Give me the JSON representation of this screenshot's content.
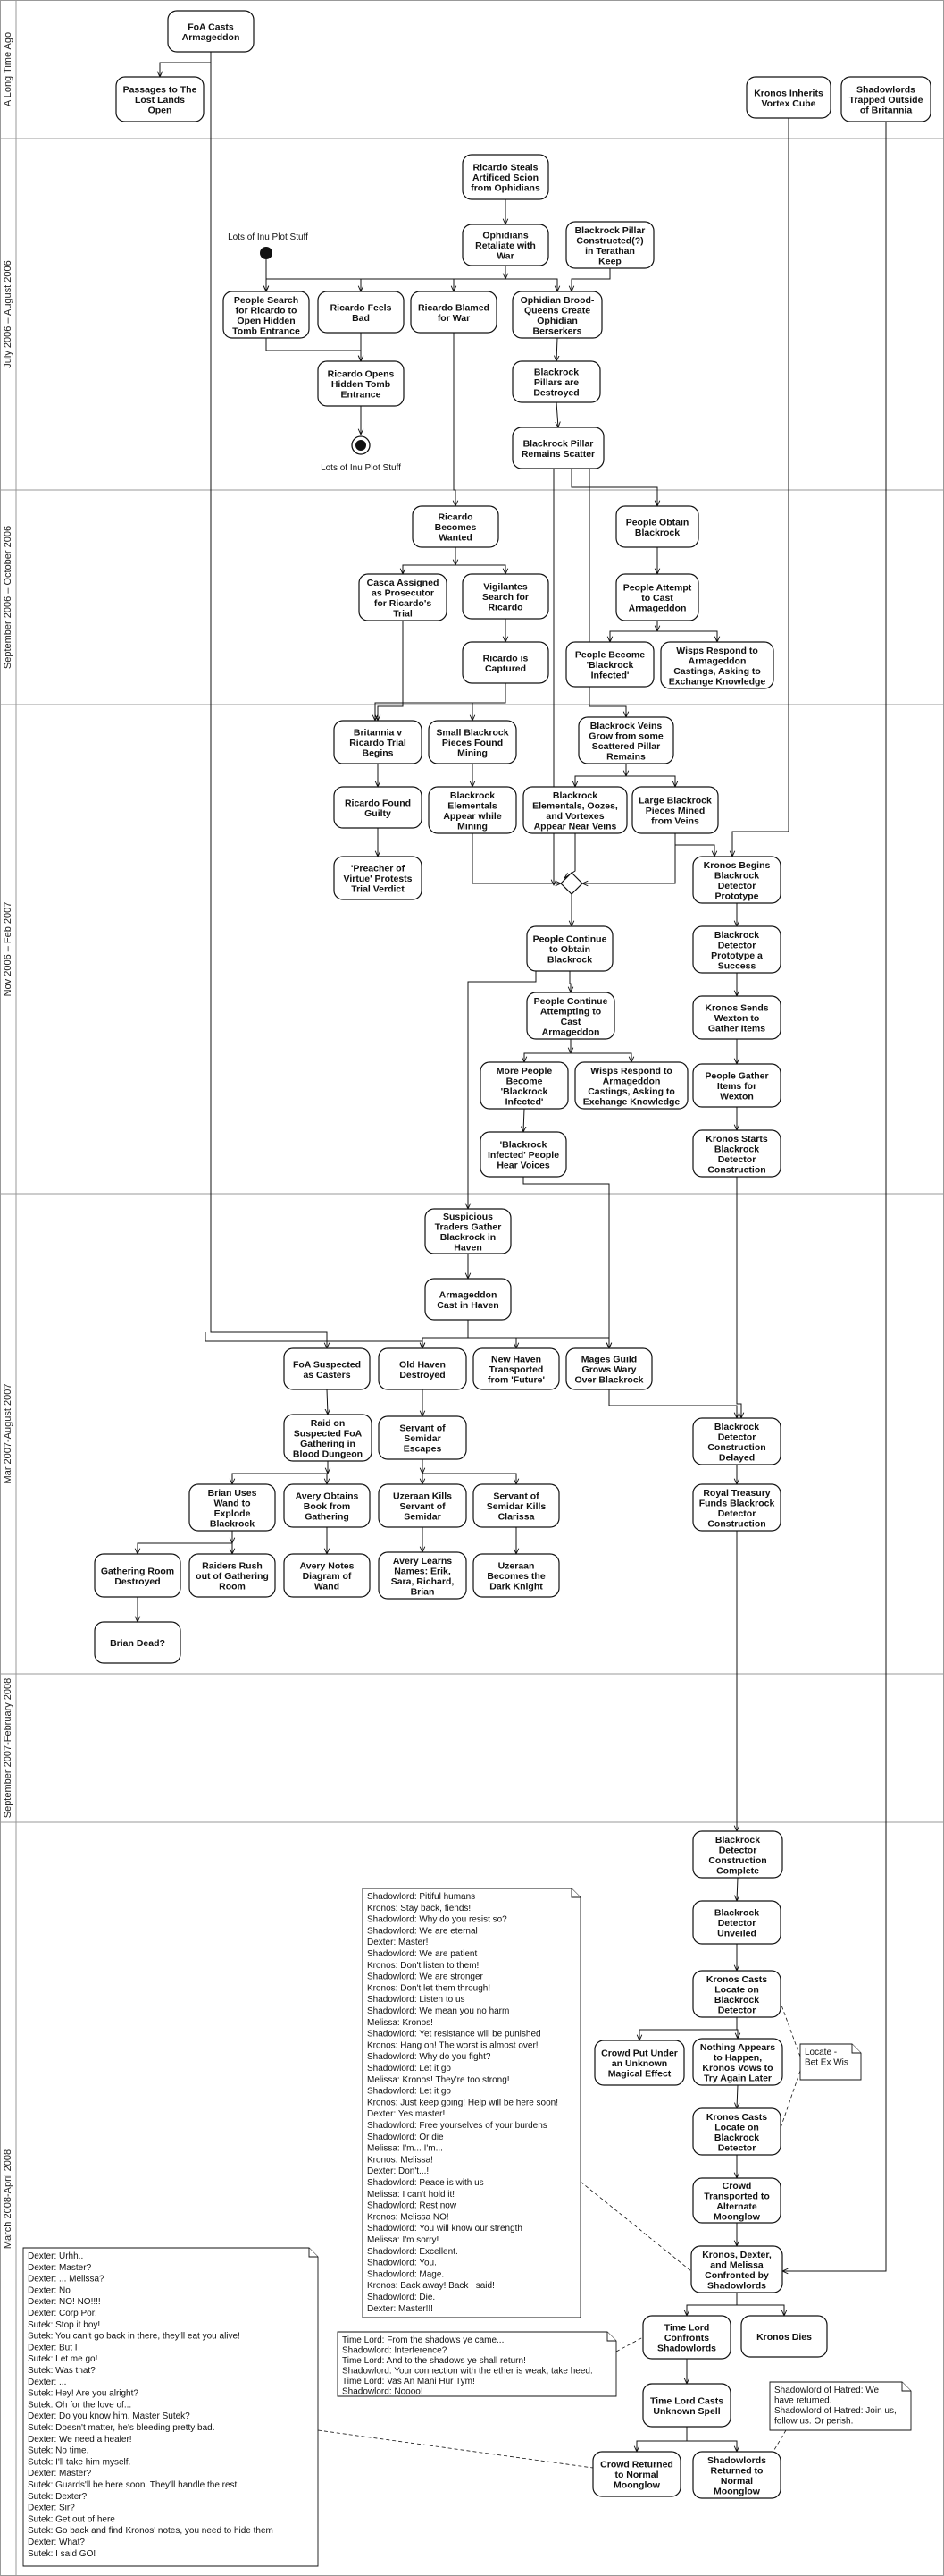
{
  "lanes": [
    {
      "id": "ago",
      "label": "A Long Time Ago"
    },
    {
      "id": "jul06",
      "label": "July 2006 – August 2006"
    },
    {
      "id": "sep06",
      "label": "September 2006 – October 2006"
    },
    {
      "id": "nov06",
      "label": "Nov 2006 – Feb 2007"
    },
    {
      "id": "mar07",
      "label": "Mar 2007-August 2007"
    },
    {
      "id": "sep07",
      "label": "September 2007-February 2008"
    },
    {
      "id": "mar08",
      "label": "March 2008-April 2008"
    }
  ],
  "nodes": [
    {
      "id": "n1",
      "label": "FoA Casts\nArmageddon"
    },
    {
      "id": "n2",
      "label": "Passages to The\nLost Lands\nOpen"
    },
    {
      "id": "n3",
      "label": "Kronos Inherits\nVortex Cube"
    },
    {
      "id": "n4",
      "label": "Shadowlords\nTrapped Outside\nof Britannia"
    },
    {
      "id": "n5",
      "label": "Ricardo Steals\nArtificed Scion\nfrom Ophidians"
    },
    {
      "id": "n6",
      "label": "Ophidians\nRetaliate with\nWar"
    },
    {
      "id": "n7",
      "label": "Blackrock Pillar\nConstructed(?)\nin Terathan\nKeep"
    },
    {
      "id": "n8",
      "label": "People Search\nfor Ricardo to\nOpen Hidden\nTomb Entrance"
    },
    {
      "id": "n9",
      "label": "Ricardo Feels\nBad"
    },
    {
      "id": "n10",
      "label": "Ricardo Blamed\nfor War"
    },
    {
      "id": "n11",
      "label": "Ophidian Brood-\nQueens Create\nOphidian\nBerserkers"
    },
    {
      "id": "n12",
      "label": "Ricardo Opens\nHidden Tomb\nEntrance"
    },
    {
      "id": "n13",
      "label": "Blackrock\nPillars are\nDestroyed"
    },
    {
      "id": "n14",
      "label": "Blackrock Pillar\nRemains Scatter"
    },
    {
      "id": "n15",
      "label": "Ricardo\nBecomes\nWanted"
    },
    {
      "id": "n16",
      "label": "People Obtain\nBlackrock"
    },
    {
      "id": "n17",
      "label": "Casca Assigned\nas Prosecutor\nfor Ricardo's\nTrial"
    },
    {
      "id": "n18",
      "label": "Vigilantes\nSearch for\nRicardo"
    },
    {
      "id": "n19",
      "label": "People Attempt\nto Cast\nArmageddon"
    },
    {
      "id": "n20",
      "label": "Ricardo is\nCaptured"
    },
    {
      "id": "n21",
      "label": "People Become\n'Blackrock\nInfected'"
    },
    {
      "id": "n22",
      "label": "Wisps Respond to\nArmageddon\nCastings, Asking to\nExchange Knowledge"
    },
    {
      "id": "n23",
      "label": "Britannia v\nRicardo Trial\nBegins"
    },
    {
      "id": "n24",
      "label": "Small Blackrock\nPieces Found\nMining"
    },
    {
      "id": "n25",
      "label": "Blackrock Veins\nGrow from some\nScattered Pillar\nRemains"
    },
    {
      "id": "n26",
      "label": "Ricardo Found\nGuilty"
    },
    {
      "id": "n27",
      "label": "Blackrock\nElementals\nAppear while\nMining"
    },
    {
      "id": "n28",
      "label": "Blackrock\nElementals, Oozes,\nand Vortexes\nAppear Near Veins"
    },
    {
      "id": "n29",
      "label": "Large Blackrock\nPieces Mined\nfrom Veins"
    },
    {
      "id": "n30",
      "label": "'Preacher of\nVirtue' Protests\nTrial Verdict"
    },
    {
      "id": "n31",
      "label": "Kronos Begins\nBlackrock\nDetector\nPrototype"
    },
    {
      "id": "n32",
      "label": "People Continue\nto Obtain\nBlackrock"
    },
    {
      "id": "n33",
      "label": "Blackrock\nDetector\nPrototype a\nSuccess"
    },
    {
      "id": "n34",
      "label": "People Continue\nAttempting to\nCast\nArmageddon"
    },
    {
      "id": "n35",
      "label": "Kronos Sends\nWexton to\nGather Items"
    },
    {
      "id": "n36",
      "label": "More People\nBecome\n'Blackrock\nInfected'"
    },
    {
      "id": "n37",
      "label": "Wisps Respond to\nArmageddon\nCastings, Asking to\nExchange Knowledge"
    },
    {
      "id": "n38",
      "label": "People Gather\nItems for\nWexton"
    },
    {
      "id": "n39",
      "label": "'Blackrock\nInfected' People\nHear Voices"
    },
    {
      "id": "n40",
      "label": "Kronos Starts\nBlackrock\nDetector\nConstruction"
    },
    {
      "id": "n41",
      "label": "Suspicious\nTraders Gather\nBlackrock in\nHaven"
    },
    {
      "id": "n42",
      "label": "Armageddon\nCast in Haven"
    },
    {
      "id": "n43",
      "label": "FoA Suspected\nas Casters"
    },
    {
      "id": "n44",
      "label": "Old Haven\nDestroyed"
    },
    {
      "id": "n45",
      "label": "New Haven\nTransported\nfrom 'Future'"
    },
    {
      "id": "n46",
      "label": "Mages Guild\nGrows Wary\nOver Blackrock"
    },
    {
      "id": "n47",
      "label": "Raid on\nSuspected FoA\nGathering in\nBlood Dungeon"
    },
    {
      "id": "n48",
      "label": "Servant of\nSemidar\nEscapes"
    },
    {
      "id": "n49",
      "label": "Blackrock\nDetector\nConstruction\nDelayed"
    },
    {
      "id": "n50",
      "label": "Brian Uses\nWand to\nExplode\nBlackrock"
    },
    {
      "id": "n51",
      "label": "Avery Obtains\nBook from\nGathering"
    },
    {
      "id": "n52",
      "label": "Uzeraan Kills\nServant of\nSemidar"
    },
    {
      "id": "n53",
      "label": "Servant of\nSemidar Kills\nClarissa"
    },
    {
      "id": "n54",
      "label": "Royal Treasury\nFunds Blackrock\nDetector\nConstruction"
    },
    {
      "id": "n55",
      "label": "Gathering Room\nDestroyed"
    },
    {
      "id": "n56",
      "label": "Raiders Rush\nout of Gathering\nRoom"
    },
    {
      "id": "n57",
      "label": "Avery Notes\nDiagram of\nWand"
    },
    {
      "id": "n58",
      "label": "Avery Learns\nNames: Erik,\nSara, Richard,\nBrian"
    },
    {
      "id": "n59",
      "label": "Uzeraan\nBecomes the\nDark Knight"
    },
    {
      "id": "n60",
      "label": "Brian Dead?"
    },
    {
      "id": "n61",
      "label": "Blackrock\nDetector\nConstruction\nComplete"
    },
    {
      "id": "n62",
      "label": "Blackrock\nDetector\nUnveiled"
    },
    {
      "id": "n63",
      "label": "Kronos Casts\nLocate on\nBlackrock\nDetector"
    },
    {
      "id": "n64",
      "label": "Crowd Put Under\nan Unknown\nMagical Effect"
    },
    {
      "id": "n65",
      "label": "Nothing Appears\nto Happen,\nKronos Vows to\nTry Again Later"
    },
    {
      "id": "n66",
      "label": "Kronos Casts\nLocate on\nBlackrock\nDetector"
    },
    {
      "id": "n67",
      "label": "Crowd\nTransported to\nAlternate\nMoonglow"
    },
    {
      "id": "n68",
      "label": "Kronos, Dexter,\nand Melissa\nConfronted by\nShadowlords"
    },
    {
      "id": "n69",
      "label": "Time Lord\nConfronts\nShadowlords"
    },
    {
      "id": "n70",
      "label": "Kronos Dies"
    },
    {
      "id": "n71",
      "label": "Time Lord Casts\nUnknown Spell"
    },
    {
      "id": "n72",
      "label": "Crowd Returned\nto Normal\nMoonglow"
    },
    {
      "id": "n73",
      "label": "Shadowlords\nReturned to\nNormal\nMoonglow"
    }
  ],
  "plain_labels": [
    {
      "id": "start_label",
      "text": "Lots of Inu Plot Stuff"
    },
    {
      "id": "end_label",
      "text": "Lots of Inu Plot Stuff"
    }
  ],
  "notes": [
    {
      "id": "note_locate",
      "lines": [
        "Locate -",
        "Bet Ex Wis"
      ]
    },
    {
      "id": "note_hatred",
      "lines": [
        "Shadowlord of Hatred: We",
        "have returned.",
        "Shadowlord of Hatred: Join us,",
        "follow us.  Or perish."
      ]
    },
    {
      "id": "note_timelord",
      "lines": [
        "Time Lord: From the shadows ye came...",
        "Shadowlord: Interference?",
        "Time Lord: And to the shadows ye shall return!",
        "Shadowlord: Your connection with the ether is weak, take heed.",
        "Time Lord: Vas An Mani Hur Tym!",
        "Shadowlord: Noooo!"
      ]
    },
    {
      "id": "note_shadow",
      "lines": [
        "Shadowlord: Pitiful humans",
        "Kronos: Stay back, fiends!",
        "Shadowlord: Why do you resist so?",
        "Shadowlord: We are eternal",
        "Dexter: Master!",
        "Shadowlord: We are patient",
        "Kronos: Don't listen to them!",
        "Shadowlord: We are stronger",
        "Kronos: Don't let them through!",
        "Shadowlord: Listen to us",
        "Shadowlord: We mean you no harm",
        "Melissa: Kronos!",
        "Shadowlord: Yet resistance will be punished",
        "Kronos: Hang on! The worst is almost over!",
        "Shadowlord: Why do you fight?",
        "Shadowlord: Let it go",
        "Melissa: Kronos! They're too strong!",
        "Shadowlord: Let it go",
        "Kronos: Just keep going! Help will be here soon!",
        "Dexter: Yes master!",
        "Shadowlord: Free yourselves of your burdens",
        "Shadowlord: Or die",
        "Melissa: I'm... I'm...",
        "Kronos: Melissa!",
        "Dexter: Don't...!",
        "Shadowlord: Peace is with us",
        "Melissa: I can't hold it!",
        "Shadowlord: Rest now",
        "Kronos: Melissa NO!",
        "Shadowlord: You will know our strength",
        "Melissa: I'm sorry!",
        "Shadowlord: Excellent.",
        "Shadowlord: You.",
        "Shadowlord: Mage.",
        "Kronos: Back away! Back I said!",
        "Shadowlord: Die.",
        "Dexter: Master!!!"
      ]
    },
    {
      "id": "note_dexter",
      "lines": [
        "Dexter: Urhh..",
        "Dexter: Master?",
        "Dexter: ... Melissa?",
        "Dexter: No",
        "Dexter: NO! NO!!!!",
        "Dexter: Corp Por!",
        "Sutek: Stop it boy!",
        "Sutek: You can't go back in there, they'll eat you alive!",
        "Dexter: But I",
        "Sutek: Let me go!",
        "Sutek: Was that?",
        "Dexter: ...",
        "Sutek: Hey! Are you alright?",
        "Sutek: Oh for the love of...",
        "Dexter: Do you know him, Master Sutek?",
        "Sutek: Doesn't matter, he's bleeding pretty bad.",
        "Dexter: We need a healer!",
        "Sutek: No time.",
        "Sutek: I'll take him myself.",
        "Dexter: Master?",
        "Sutek: Guards'll be here soon. They'll handle the rest.",
        "Sutek: Dexter?",
        "Dexter: Sir?",
        "Sutek: Get out of here",
        "Sutek: Go back and find Kronos' notes, you need to hide them",
        "Dexter: What?",
        "Sutek: I said GO!"
      ]
    }
  ]
}
